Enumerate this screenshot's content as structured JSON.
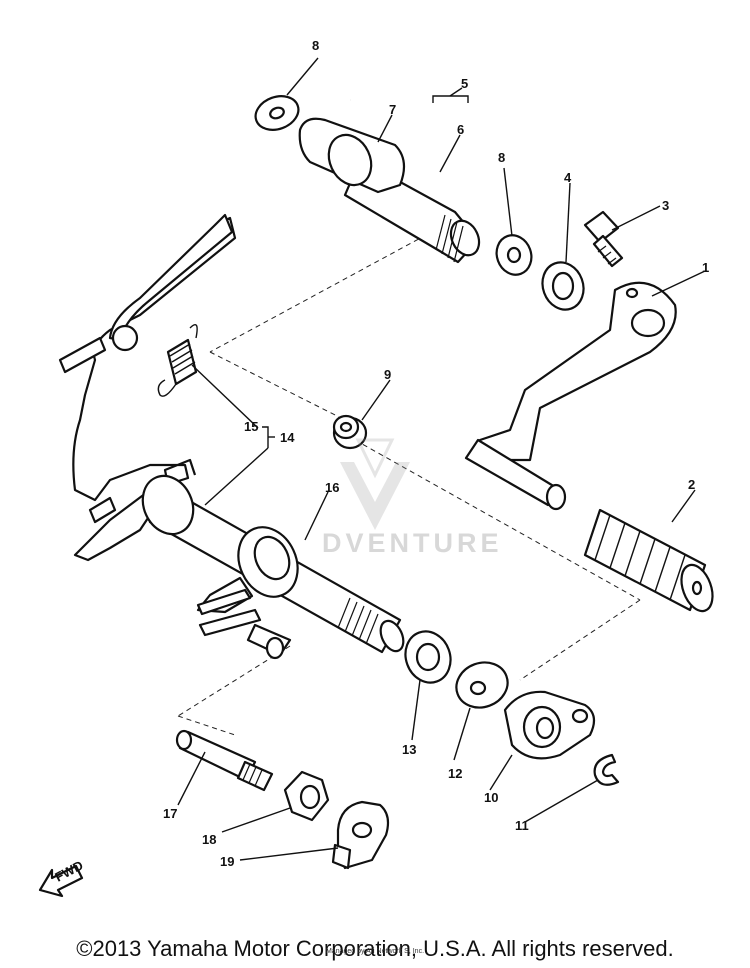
{
  "diagram": {
    "part_labels": [
      "1",
      "2",
      "3",
      "4",
      "5",
      "6",
      "7",
      "8",
      "8",
      "9",
      "10",
      "11",
      "12",
      "13",
      "14",
      "15",
      "16",
      "17",
      "18",
      "19"
    ],
    "fwd_label": "FWD"
  },
  "watermark": {
    "text": "DVENTURE"
  },
  "footer": {
    "copyright": "©2013 Yamaha Motor Corporation, U.S.A. All rights reserved.",
    "sub_credit": "Managed by Ari Network S, Inc."
  }
}
